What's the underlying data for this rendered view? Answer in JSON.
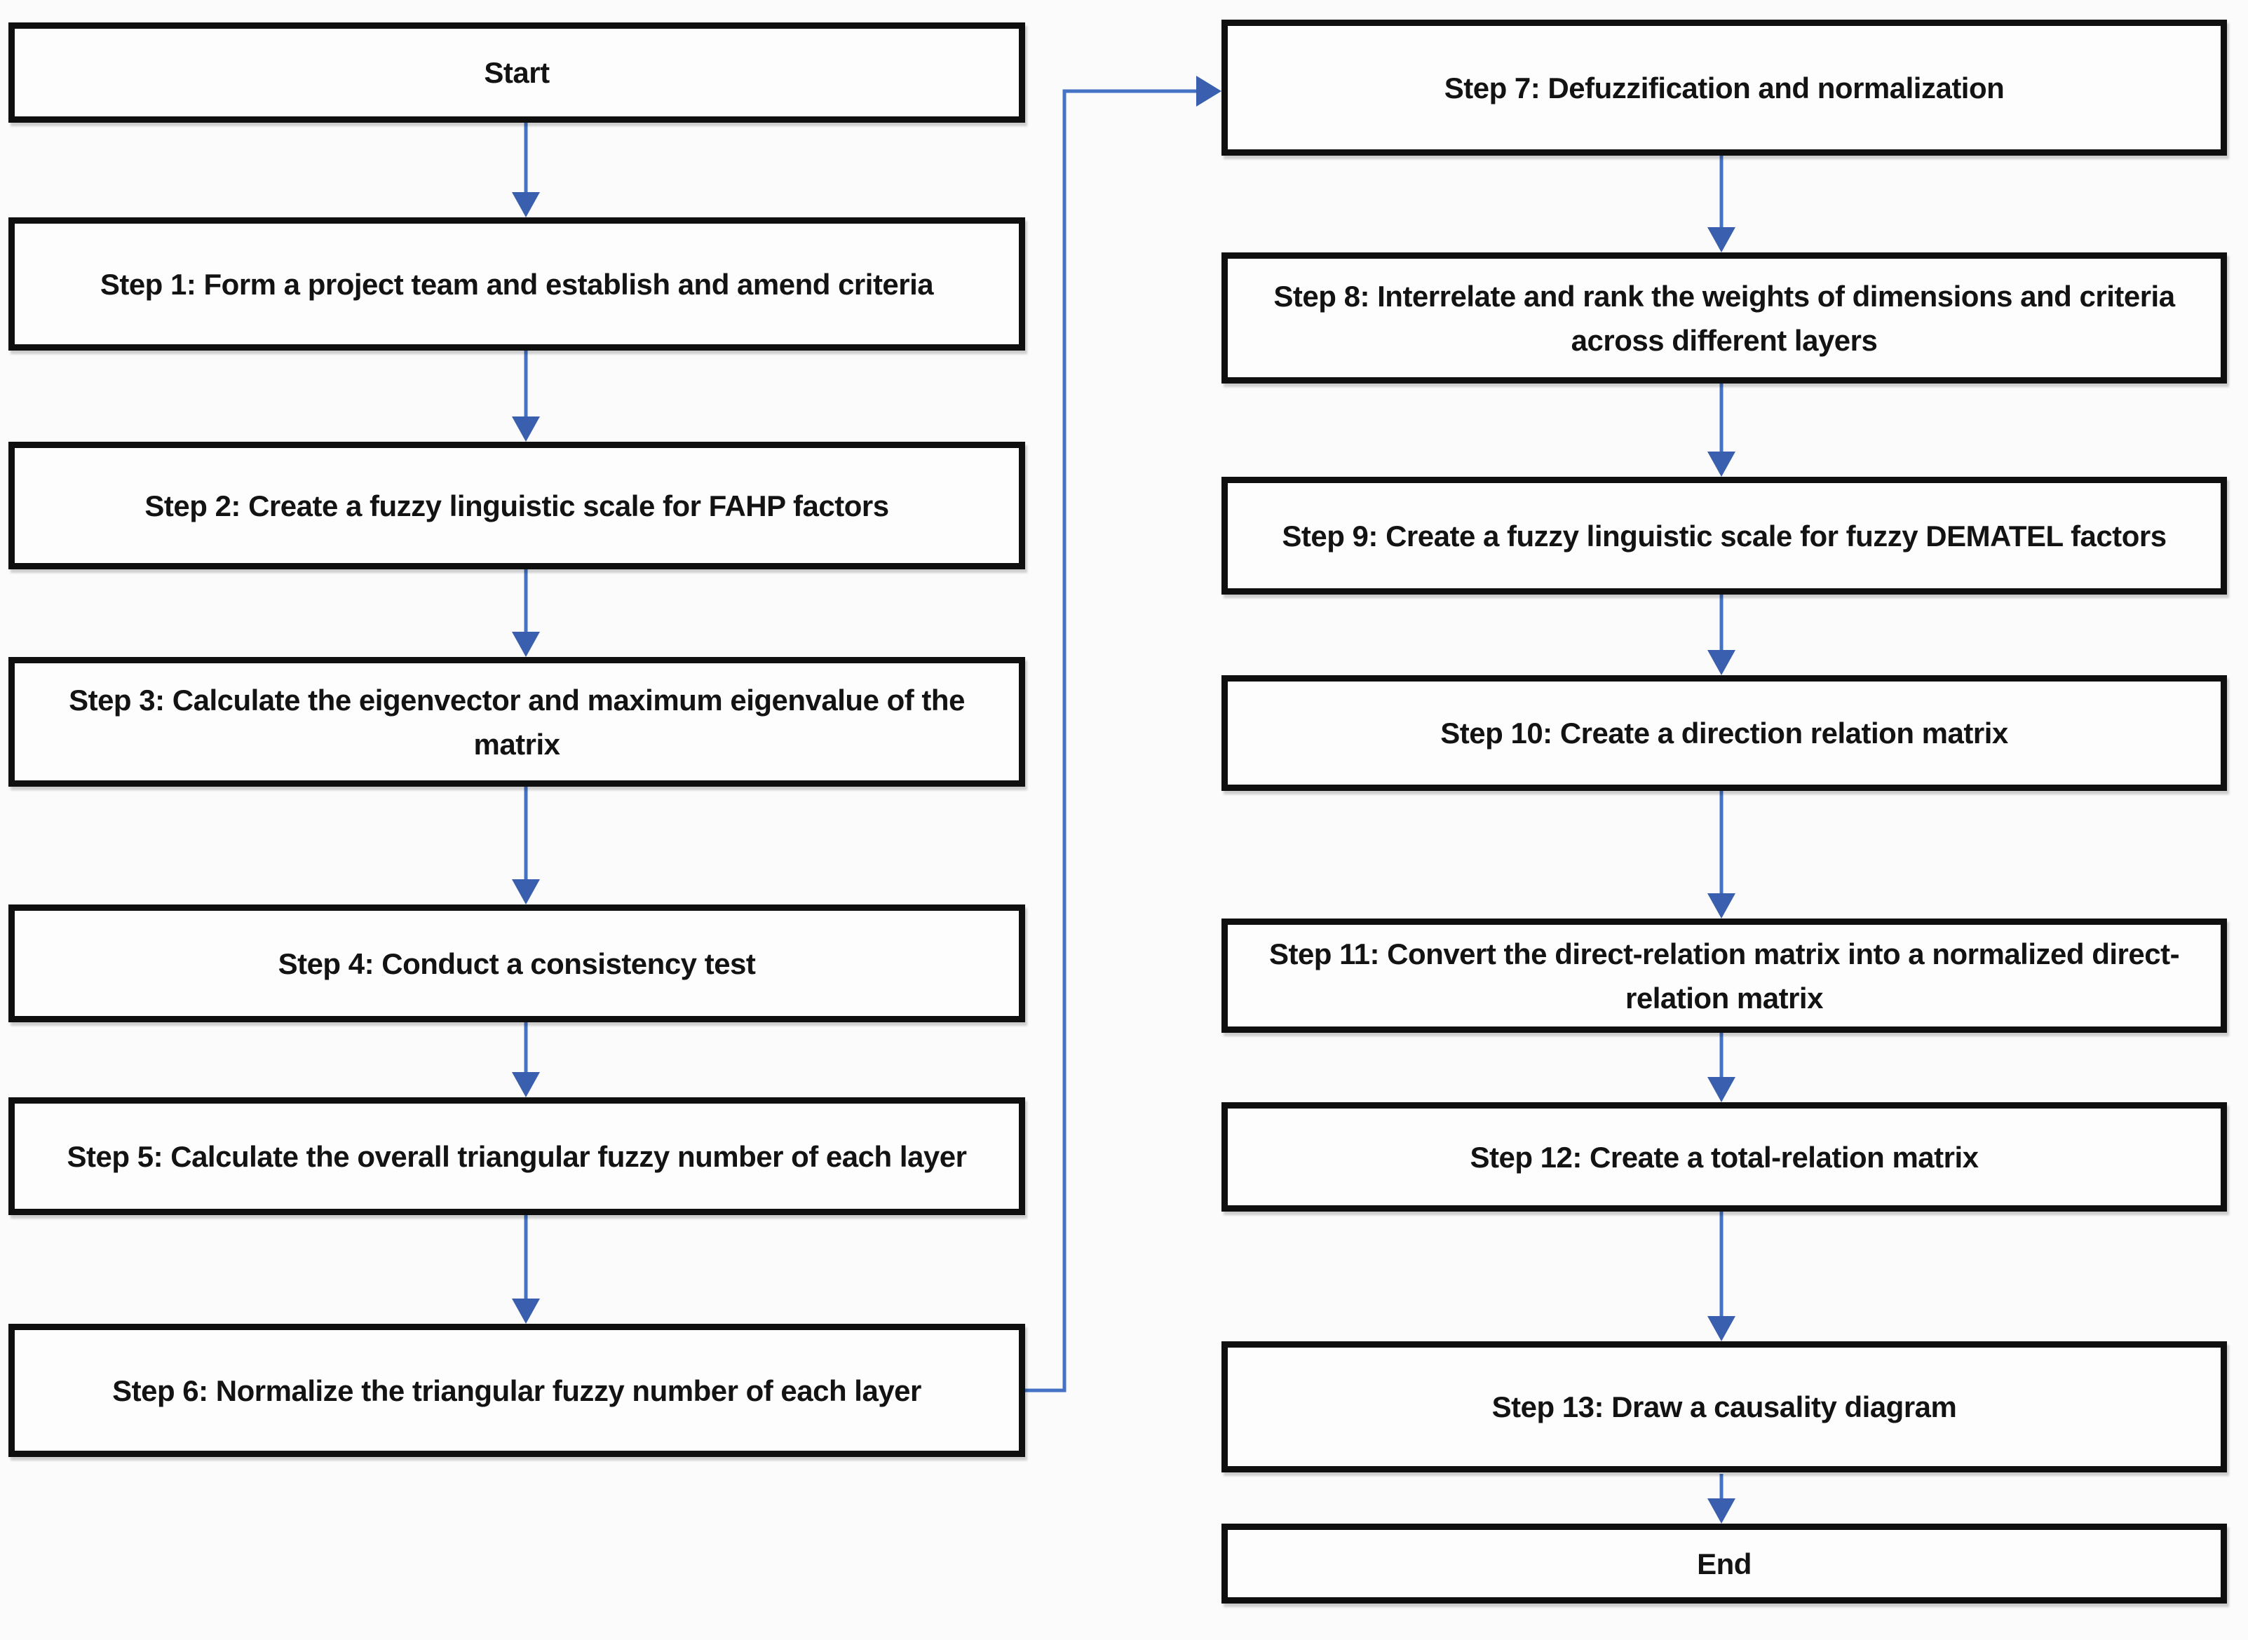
{
  "flow": {
    "arrow_color": "#4472C4",
    "arrowhead_color": "#3A5FAE",
    "border_color": "#0f0f0f",
    "box_fill": "#fdfdfd",
    "text_color": "#131313",
    "nodes": {
      "start": {
        "label": "Start"
      },
      "s1": {
        "label": "Step 1: Form a project team and establish and amend criteria"
      },
      "s2": {
        "label": "Step 2: Create a fuzzy linguistic scale for FAHP factors"
      },
      "s3": {
        "label": "Step 3: Calculate the eigenvector and maximum eigenvalue of the matrix"
      },
      "s4": {
        "label": "Step 4: Conduct a consistency test"
      },
      "s5": {
        "label": "Step 5: Calculate the overall triangular fuzzy number of each layer"
      },
      "s6": {
        "label": "Step 6: Normalize the triangular fuzzy number of each layer"
      },
      "s7": {
        "label": "Step 7: Defuzzification and normalization"
      },
      "s8": {
        "label": "Step 8: Interrelate and rank the weights of dimensions and criteria across different layers"
      },
      "s9": {
        "label": "Step 9: Create a fuzzy linguistic scale for fuzzy DEMATEL factors"
      },
      "s10": {
        "label": "Step 10: Create a direction relation matrix"
      },
      "s11": {
        "label": "Step 11: Convert the direct-relation matrix into a normalized direct-relation matrix"
      },
      "s12": {
        "label": "Step 12: Create a total-relation matrix"
      },
      "s13": {
        "label": "Step 13: Draw a causality diagram"
      },
      "end": {
        "label": "End"
      }
    },
    "edges": [
      {
        "from": "Start",
        "to": "Step 1"
      },
      {
        "from": "Step 1",
        "to": "Step 2"
      },
      {
        "from": "Step 2",
        "to": "Step 3"
      },
      {
        "from": "Step 3",
        "to": "Step 4"
      },
      {
        "from": "Step 4",
        "to": "Step 5"
      },
      {
        "from": "Step 5",
        "to": "Step 6"
      },
      {
        "from": "Step 6",
        "to": "Step 7"
      },
      {
        "from": "Step 7",
        "to": "Step 8"
      },
      {
        "from": "Step 8",
        "to": "Step 9"
      },
      {
        "from": "Step 9",
        "to": "Step 10"
      },
      {
        "from": "Step 10",
        "to": "Step 11"
      },
      {
        "from": "Step 11",
        "to": "Step 12"
      },
      {
        "from": "Step 12",
        "to": "Step 13"
      },
      {
        "from": "Step 13",
        "to": "End"
      }
    ]
  }
}
